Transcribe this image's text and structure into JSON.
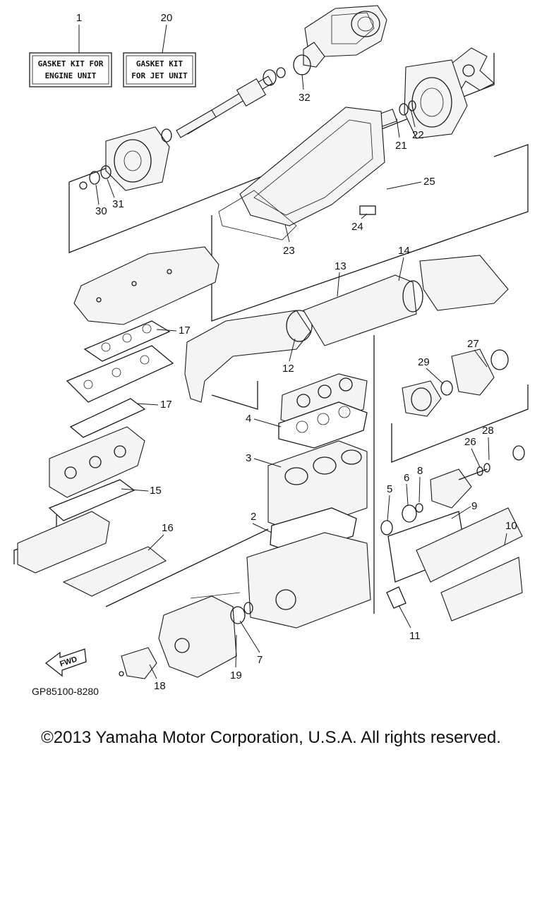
{
  "diagram": {
    "kit_engine": {
      "ref": "1",
      "line1": "GASKET KIT FOR",
      "line2": "ENGINE UNIT"
    },
    "kit_jet": {
      "ref": "20",
      "line1": "GASKET KIT",
      "line2": "FOR JET UNIT"
    },
    "callouts": [
      "2",
      "3",
      "4",
      "5",
      "6",
      "7",
      "8",
      "9",
      "10",
      "11",
      "12",
      "13",
      "14",
      "15",
      "16",
      "17",
      "17",
      "18",
      "19",
      "21",
      "22",
      "23",
      "24",
      "25",
      "26",
      "27",
      "28",
      "29",
      "30",
      "31",
      "32"
    ],
    "fwd_label": "FWD",
    "drawing_code": "GP85100-8280"
  },
  "footer": {
    "copyright": "©2013 Yamaha Motor Corporation, U.S.A. All rights reserved."
  }
}
